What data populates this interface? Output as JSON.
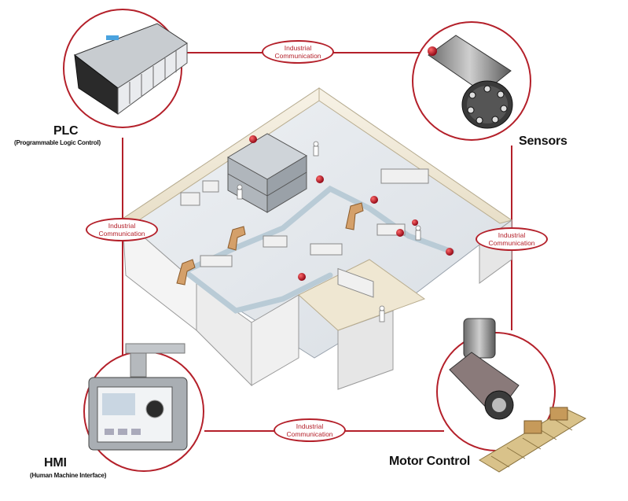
{
  "nodes": {
    "plc": {
      "title": "PLC",
      "subtitle": "(Programmable Logic Control)"
    },
    "sensors": {
      "title": "Sensors"
    },
    "hmi": {
      "title": "HMI",
      "subtitle": "(Human Machine Interface)"
    },
    "motor": {
      "title": "Motor Control"
    }
  },
  "links": {
    "top": [
      "Industrial",
      "Communication"
    ],
    "left": [
      "Industrial",
      "Communication"
    ],
    "right": [
      "Industrial",
      "Communication"
    ],
    "bottom": [
      "Industrial",
      "Communication"
    ]
  },
  "colors": {
    "link_line": "#b4202a",
    "pill_border": "#b4202a",
    "circle_border": "#b4202a",
    "marker": "#c8102e"
  }
}
